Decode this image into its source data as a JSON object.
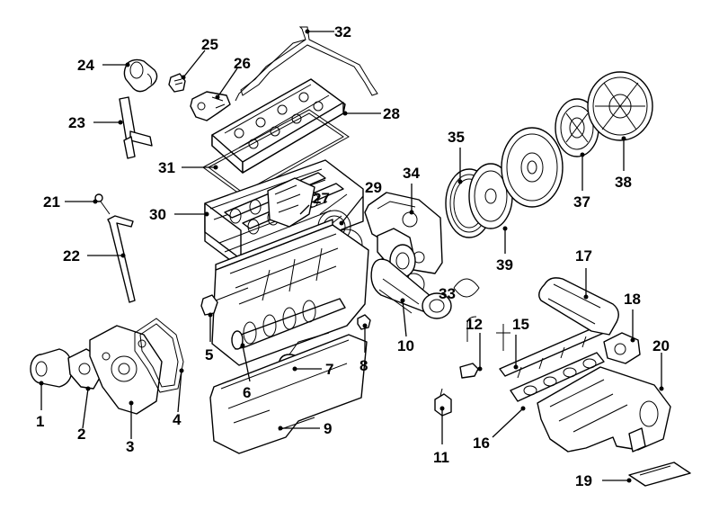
{
  "callouts": [
    {
      "id": "1",
      "label": "1"
    },
    {
      "id": "2",
      "label": "2"
    },
    {
      "id": "3",
      "label": "3"
    },
    {
      "id": "4",
      "label": "4"
    },
    {
      "id": "5",
      "label": "5"
    },
    {
      "id": "6",
      "label": "6"
    },
    {
      "id": "7",
      "label": "7"
    },
    {
      "id": "8",
      "label": "8"
    },
    {
      "id": "9",
      "label": "9"
    },
    {
      "id": "10",
      "label": "10"
    },
    {
      "id": "11",
      "label": "11"
    },
    {
      "id": "12",
      "label": "12"
    },
    {
      "id": "15",
      "label": "15"
    },
    {
      "id": "16",
      "label": "16"
    },
    {
      "id": "17",
      "label": "17"
    },
    {
      "id": "18",
      "label": "18"
    },
    {
      "id": "19",
      "label": "19"
    },
    {
      "id": "20",
      "label": "20"
    },
    {
      "id": "21",
      "label": "21"
    },
    {
      "id": "22",
      "label": "22"
    },
    {
      "id": "23",
      "label": "23"
    },
    {
      "id": "24",
      "label": "24"
    },
    {
      "id": "25",
      "label": "25"
    },
    {
      "id": "26",
      "label": "26"
    },
    {
      "id": "27",
      "label": "27"
    },
    {
      "id": "28",
      "label": "28"
    },
    {
      "id": "29",
      "label": "29"
    },
    {
      "id": "30",
      "label": "30"
    },
    {
      "id": "31",
      "label": "31"
    },
    {
      "id": "32",
      "label": "32"
    },
    {
      "id": "33",
      "label": "33"
    },
    {
      "id": "34",
      "label": "34"
    },
    {
      "id": "35",
      "label": "35"
    },
    {
      "id": "37",
      "label": "37"
    },
    {
      "id": "38",
      "label": "38"
    },
    {
      "id": "39",
      "label": "39"
    }
  ],
  "colors": {
    "line": "#000000",
    "background": "#ffffff"
  }
}
